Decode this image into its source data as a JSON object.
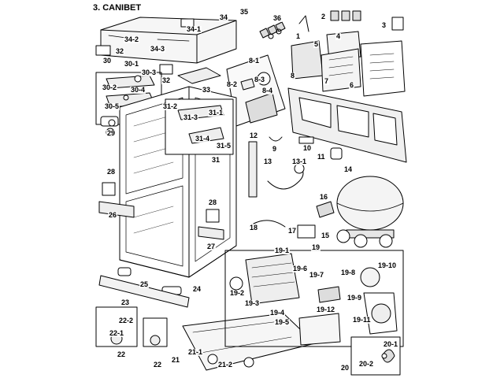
{
  "diagram": {
    "title": "3. CANIBET",
    "line_color": "#000000",
    "background_color": "#ffffff",
    "callouts": {
      "p1": "1",
      "p2": "2",
      "p3": "3",
      "p4": "4",
      "p5": "5",
      "p6": "6",
      "p7": "7",
      "p8": "8",
      "p8_1": "8-1",
      "p8_2": "8-2",
      "p8_3": "8-3",
      "p8_4": "8-4",
      "p9": "9",
      "p10": "10",
      "p11": "11",
      "p12": "12",
      "p13": "13",
      "p13_1": "13-1",
      "p14": "14",
      "p15": "15",
      "p16": "16",
      "p17": "17",
      "p18": "18",
      "p19": "19",
      "p19_1": "19-1",
      "p19_2": "19-2",
      "p19_3": "19-3",
      "p19_4": "19-4",
      "p19_5": "19-5",
      "p19_6": "19-6",
      "p19_7": "19-7",
      "p19_8": "19-8",
      "p19_9": "19-9",
      "p19_10": "19-10",
      "p19_11": "19-11",
      "p19_12": "19-12",
      "p20": "20",
      "p20_1": "20-1",
      "p20_2": "20-2",
      "p21": "21",
      "p21_1": "21-1",
      "p21_2": "21-2",
      "p22_a": "22",
      "p22_b": "22",
      "p22_1": "22-1",
      "p22_2": "22-2",
      "p23": "23",
      "p24": "24",
      "p25": "25",
      "p26": "26",
      "p27": "27",
      "p28_a": "28",
      "p28_b": "28",
      "p29": "29",
      "p30": "30",
      "p30_1": "30-1",
      "p30_2": "30-2",
      "p30_3": "30-3",
      "p30_4": "30-4",
      "p30_5": "30-5",
      "p31": "31",
      "p31_1": "31-1",
      "p31_2": "31-2",
      "p31_3": "31-3",
      "p31_4": "31-4",
      "p31_5": "31-5",
      "p32_a": "32",
      "p32_b": "32",
      "p33": "33",
      "p34": "34",
      "p34_1": "34-1",
      "p34_2": "34-2",
      "p34_3": "34-3",
      "p35": "35",
      "p36": "36"
    }
  }
}
